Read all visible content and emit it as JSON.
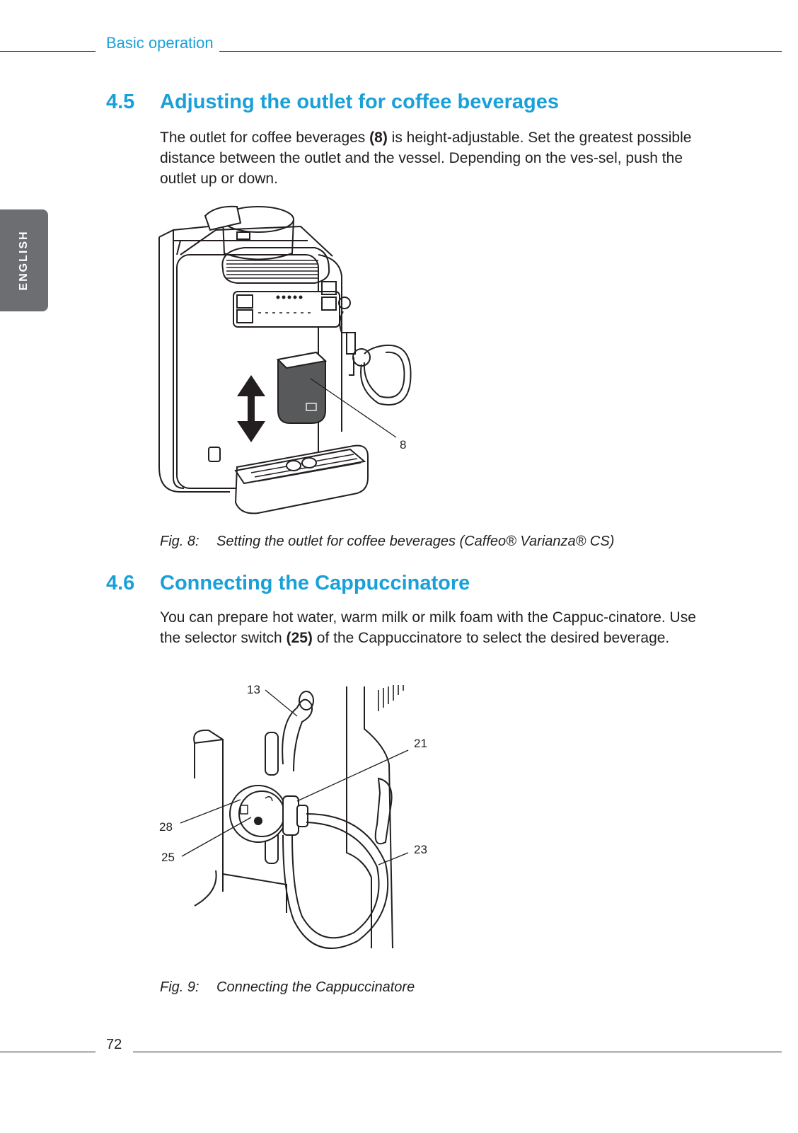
{
  "header": {
    "section": "Basic operation"
  },
  "side_tab": {
    "language": "ENGLISH"
  },
  "section_4_5": {
    "number": "4.5",
    "title": "Adjusting the outlet for coffee beverages",
    "body_1": "The outlet for coffee beverages ",
    "body_ref": "(8)",
    "body_2": " is height-adjustable. Set the greatest possible distance between the outlet and the vessel. Depending on the ves-sel, push the outlet up or down.",
    "figure_label": "Fig. 8:",
    "figure_caption": "Setting the outlet for coffee beverages (Caffeo® Varianza® CS)",
    "callout_8": "8"
  },
  "section_4_6": {
    "number": "4.6",
    "title": "Connecting the Cappuccinatore",
    "body_1": "You can prepare hot water, warm milk or milk foam with the Cappuc-cinatore. Use the selector switch ",
    "body_ref": "(25)",
    "body_2": " of the Cappuccinatore to select the desired beverage.",
    "figure_label": "Fig. 9:",
    "figure_caption": "Connecting the Cappuccinatore",
    "callout_13": "13",
    "callout_21": "21",
    "callout_28": "28",
    "callout_25": "25",
    "callout_23": "23"
  },
  "footer": {
    "page_number": "72"
  }
}
